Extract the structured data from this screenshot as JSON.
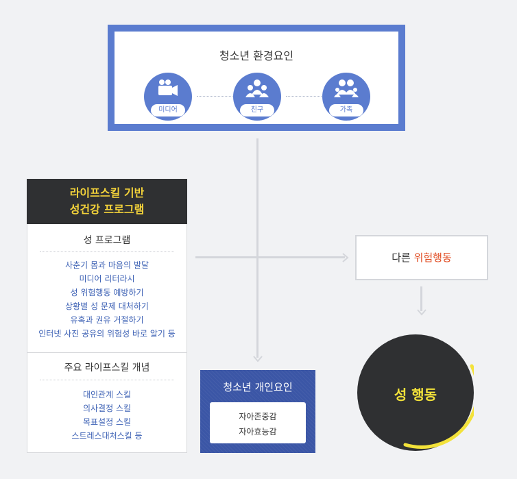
{
  "environment": {
    "title": "청소년 환경요인",
    "items": [
      {
        "label": "미디어",
        "icon": "media-icon"
      },
      {
        "label": "친구",
        "icon": "friends-icon"
      },
      {
        "label": "가족",
        "icon": "family-icon"
      }
    ]
  },
  "program": {
    "title_line1": "라이프스킬 기반",
    "title_line2": "성건강 프로그램",
    "section1": {
      "title": "성 프로그램",
      "items": [
        "사춘기 몸과 마음의 발달",
        "미디어 리터라시",
        "성 위험행동 예방하기",
        "상황별 성 문제 대처하기",
        "유혹과 권유 거절하기",
        "인터넷 사진 공유의 위험성 바로 알기 등"
      ]
    },
    "section2": {
      "title": "주요 라이프스킬 개념",
      "items": [
        "대인관계 스킬",
        "의사결정 스킬",
        "목표설정 스킬",
        "스트레스대처스킬 등"
      ]
    }
  },
  "risk": {
    "prefix": "다른 ",
    "highlight": "위험행동"
  },
  "individual": {
    "title": "청소년 개인요인",
    "items": [
      "자아존중감",
      "자아효능감"
    ]
  },
  "outcome": {
    "label": "성 행동"
  },
  "colors": {
    "blue": "#5b7ccf",
    "navy": "#3b56a6",
    "dark": "#2f3032",
    "yellow": "#f3e23a",
    "red": "#e04a1f"
  }
}
